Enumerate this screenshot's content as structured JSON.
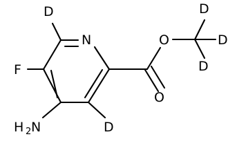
{
  "molecule": {
    "atoms": {
      "d_ring_top": "D",
      "n_ring": "N",
      "f": "F",
      "o_ester": "O",
      "o_carbonyl": "O",
      "d_methyl_top": "D",
      "d_methyl_right": "D",
      "d_methyl_bottom": "D",
      "amine_h": "H",
      "amine_sub": "2",
      "amine_n": "N",
      "d_ring_bottom": "D"
    }
  },
  "colors": {
    "ink": "#000000",
    "background": "#ffffff"
  }
}
